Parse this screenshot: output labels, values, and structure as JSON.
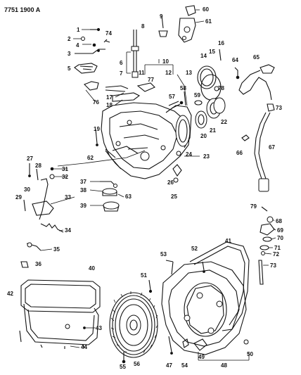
{
  "header": {
    "diagram_number": "7751 1900 A"
  },
  "callouts": {
    "c1": "1",
    "c2": "2",
    "c3": "3",
    "c4": "4",
    "c5": "5",
    "c6": "6",
    "c7": "7",
    "c8": "8",
    "c9": "9",
    "c10": "10",
    "c11": "11",
    "c12": "12",
    "c13": "13",
    "c14": "14",
    "c15": "15",
    "c16": "16",
    "c17": "17",
    "c18": "18",
    "c19": "19",
    "c20": "20",
    "c21": "21",
    "c22": "22",
    "c23": "23",
    "c24": "24",
    "c25": "25",
    "c26": "26",
    "c27": "27",
    "c28": "28",
    "c29": "29",
    "c30": "30",
    "c31": "31",
    "c32": "32",
    "c33": "33",
    "c34": "34",
    "c35": "35",
    "c36": "36",
    "c37": "37",
    "c38": "38",
    "c39": "39",
    "c40": "40",
    "c41": "41",
    "c42": "42",
    "c43": "43",
    "c44": "44",
    "c47": "47",
    "c48": "48",
    "c49": "49",
    "c50": "50",
    "c51": "51",
    "c52": "52",
    "c53": "53",
    "c54": "54",
    "c55": "55",
    "c56": "56",
    "c57": "57",
    "c58": "58",
    "c59": "59",
    "c60": "60",
    "c61": "61",
    "c62": "62",
    "c63": "63",
    "c64": "64",
    "c65": "65",
    "c66": "66",
    "c67": "67",
    "c68": "68",
    "c69": "69",
    "c70": "70",
    "c71": "71",
    "c72": "72",
    "c73a": "73",
    "c73b": "73",
    "c74": "74",
    "c76": "76",
    "c77": "77",
    "c78": "78",
    "c79": "79"
  }
}
